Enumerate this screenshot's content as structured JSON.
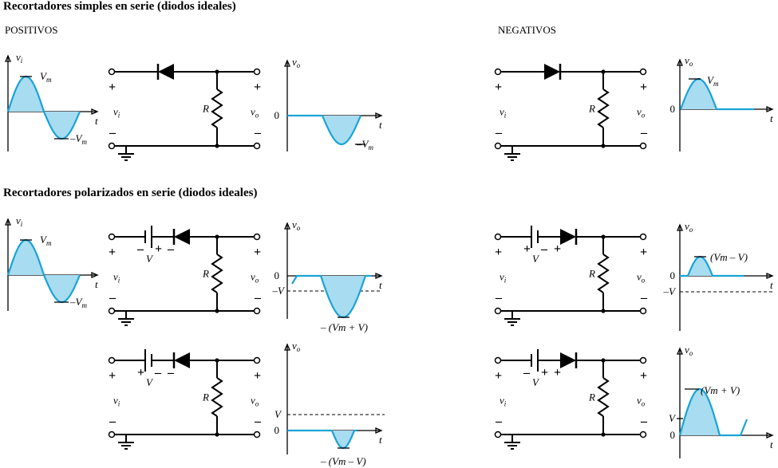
{
  "titles": {
    "simple": "Recortadores simples en serie (diodos ideales)",
    "biased": "Recortadores polarizados en serie (diodos ideales)"
  },
  "columns": {
    "positive": "POSITIVOS",
    "negative": "NEGATIVOS"
  },
  "labels": {
    "vi": "v",
    "vi_sub": "i",
    "vo": "v",
    "vo_sub": "o",
    "R": "R",
    "V": "V",
    "t": "t",
    "zero": "0",
    "Vm": "V",
    "Vm_sub": "m",
    "neg_Vm": "–V",
    "neg_V": "–V",
    "plus": "+",
    "minus": "–",
    "peak_pos_minus": "(V_m – V)",
    "peak_pos_plus": "(V_m + V)",
    "peak_neg_plus": "– (V_m + V)",
    "peak_neg_minus": "– (V_m – V)"
  },
  "colors": {
    "waveform": "#1aa3d6",
    "waveform_fill": "#a8dcf0",
    "ink": "#000000"
  }
}
